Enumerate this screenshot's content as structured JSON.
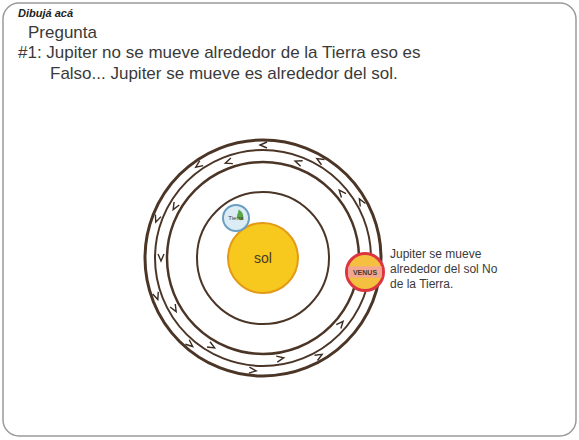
{
  "diagram": {
    "nodes": [
      {
        "text": [
          "sol"
        ]
      },
      {
        "text": [
          "Tierra"
        ]
      },
      {
        "text": [
          "VENUS"
        ]
      }
    ],
    "labels": [
      "Dibujá acá",
      "Pregunta",
      "#1: Jupiter no se mueve alrededor de la Tierra eso es Falso... Jupiter se mueve es alrededor del sol.",
      "Jupiter se mueve alrededor del sol No de la Tierra."
    ]
  }
}
